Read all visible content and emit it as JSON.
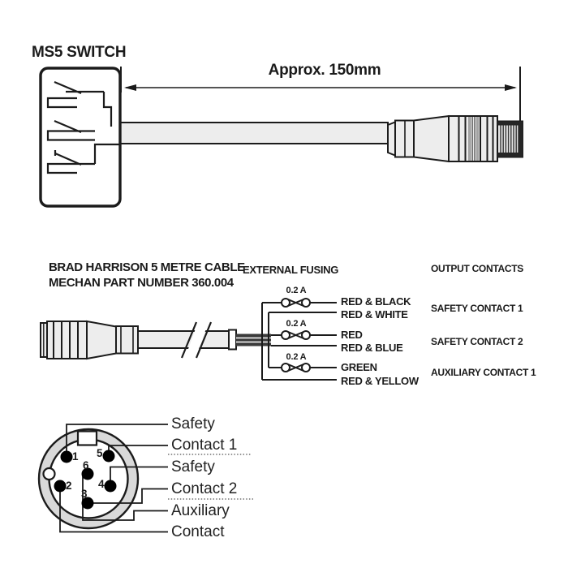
{
  "top_section": {
    "switch_label": "MS5 SWITCH",
    "dimension_label": "Approx. 150mm"
  },
  "cable_section": {
    "title_line1": "BRAD HARRISON 5 METRE CABLE",
    "title_line2": "MECHAN PART NUMBER 360.004",
    "fusing_header": "EXTERNAL FUSING",
    "output_header": "OUTPUT CONTACTS",
    "circuits": [
      {
        "fuse_rating": "0.2 A",
        "wire_top": "RED & BLACK",
        "wire_bottom": "RED & WHITE",
        "contact": "SAFETY CONTACT 1"
      },
      {
        "fuse_rating": "0.2 A",
        "wire_top": "RED",
        "wire_bottom": "RED & BLUE",
        "contact": "SAFETY CONTACT 2"
      },
      {
        "fuse_rating": "0.2 A",
        "wire_top": "GREEN",
        "wire_bottom": "RED & YELLOW",
        "contact": "AUXILIARY CONTACT 1"
      }
    ]
  },
  "pinout_section": {
    "pin_numbers": [
      "1",
      "2",
      "3",
      "4",
      "5",
      "6"
    ],
    "labels": [
      "Safety",
      "Contact 1",
      "Safety",
      "Contact 2",
      "Auxiliary",
      "Contact"
    ]
  },
  "colors": {
    "line": "#1b1b1b",
    "cable_fill": "#ededed",
    "ring_fill": "#d9d9d9",
    "wire_bundle": "#3b3b3b"
  }
}
